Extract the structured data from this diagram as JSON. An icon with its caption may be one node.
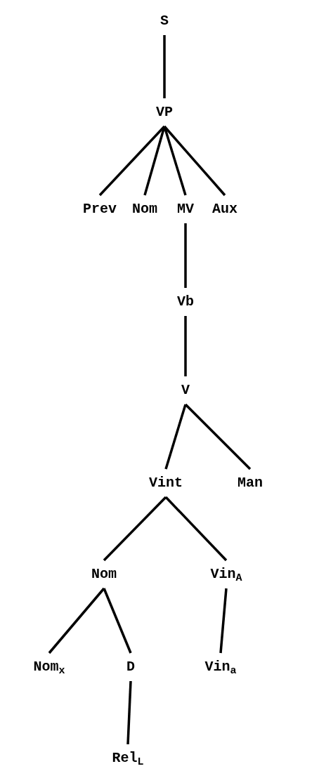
{
  "diagram": {
    "nodes": [
      {
        "text": [
          "S"
        ]
      },
      {
        "text": [
          "VP"
        ]
      },
      {
        "text": [
          "Prev"
        ]
      },
      {
        "text": [
          "Nom"
        ]
      },
      {
        "text": [
          "MV"
        ]
      },
      {
        "text": [
          "Aux"
        ]
      },
      {
        "text": [
          "Vb"
        ]
      },
      {
        "text": [
          "V"
        ]
      },
      {
        "text": [
          "Vint"
        ]
      },
      {
        "text": [
          "Man"
        ]
      },
      {
        "text": [
          "Nom"
        ]
      },
      {
        "text": [
          "Vin$_{A}$"
        ]
      },
      {
        "text": [
          "Nom$_{x}$"
        ]
      },
      {
        "text": [
          "D"
        ]
      },
      {
        "text": [
          "Vin$_{a}$"
        ]
      },
      {
        "text": [
          "Rel$_{L}$"
        ]
      }
    ],
    "edges": [
      {
        "from": 0,
        "to": 1,
        "arrow": "none"
      },
      {
        "from": 1,
        "to": 2,
        "arrow": "none"
      },
      {
        "from": 1,
        "to": 3,
        "arrow": "none"
      },
      {
        "from": 1,
        "to": 4,
        "arrow": "none"
      },
      {
        "from": 1,
        "to": 5,
        "arrow": "none"
      },
      {
        "from": 4,
        "to": 6,
        "arrow": "none"
      },
      {
        "from": 6,
        "to": 7,
        "arrow": "none"
      },
      {
        "from": 7,
        "to": 8,
        "arrow": "none"
      },
      {
        "from": 7,
        "to": 9,
        "arrow": "none"
      },
      {
        "from": 8,
        "to": 10,
        "arrow": "none"
      },
      {
        "from": 8,
        "to": 11,
        "arrow": "none"
      },
      {
        "from": 10,
        "to": 12,
        "arrow": "none"
      },
      {
        "from": 10,
        "to": 13,
        "arrow": "none"
      },
      {
        "from": 11,
        "to": 14,
        "arrow": "none"
      },
      {
        "from": 13,
        "to": 15,
        "arrow": "none"
      }
    ]
  }
}
